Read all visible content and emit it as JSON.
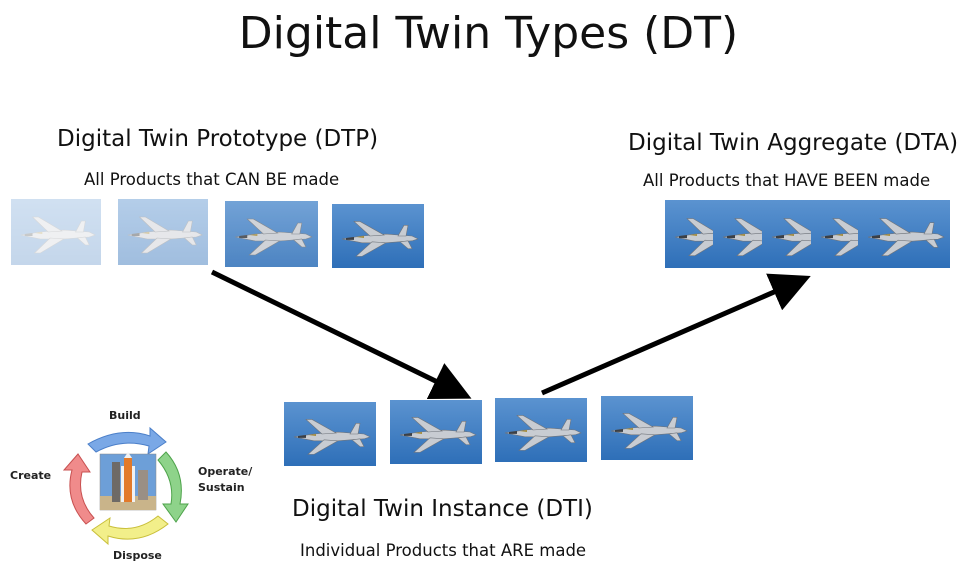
{
  "title": "Digital Twin Types (DT)",
  "dtp": {
    "title": "Digital Twin Prototype (DTP)",
    "subtitle": "All Products that CAN BE made"
  },
  "dta": {
    "title": "Digital Twin Aggregate (DTA)",
    "subtitle": "All Products that HAVE BEEN made"
  },
  "dti": {
    "title": "Digital Twin Instance (DTI)",
    "subtitle": "Individual Products that ARE made"
  },
  "lifecycle": {
    "build": "Build",
    "operate": "Operate/",
    "sustain": "Sustain",
    "dispose": "Dispose",
    "create": "Create"
  },
  "colors": {
    "sky": "#2e6fb8",
    "sky_light": "#5b93d0",
    "arrow": "#000000"
  }
}
